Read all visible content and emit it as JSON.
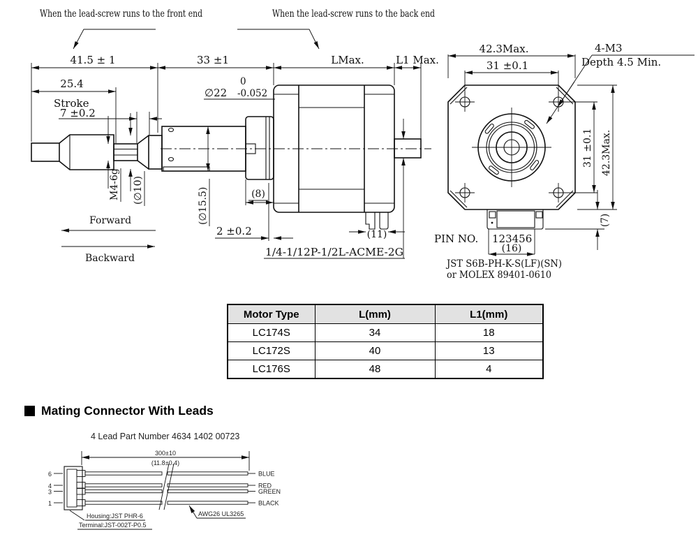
{
  "notes": {
    "front_end": "When the lead-screw runs to the front end",
    "back_end": "When the lead-screw runs to the back end"
  },
  "side": {
    "dim_total": "41.5 ± 1",
    "dim_33": "33 ±1",
    "dim_lmax": "LMax.",
    "dim_l1max": "L1 Max.",
    "dim_25_4": "25.4",
    "stroke_label": "Stroke",
    "dim_stroke": "7 ±0.2",
    "thread": "M4-6g",
    "dia10": "(∅10)",
    "dia22": "∅22",
    "dia22_upper": "0",
    "dia22_lower": "-0.052",
    "dia15_5": "(∅15.5)",
    "dim_8": "(8)",
    "dim_2": "2 ±0.2",
    "dim_11": "(11)",
    "acme": "1/4-1/12P-1/2L-ACME-2G",
    "forward": "Forward",
    "backward": "Backward"
  },
  "front": {
    "dim_42_top": "42.3Max.",
    "dim_31_top": "31 ±0.1",
    "m3_line1": "4-M3",
    "m3_line2": "Depth 4.5 Min.",
    "dim_31_right": "31 ±0.1",
    "dim_42_right": "42.3Max.",
    "dim_7": "(7)",
    "pin_no": "PIN NO.",
    "pin_digits": "123456",
    "dim_16": "(16)",
    "jst1": "JST S6B-PH-K-S(LF)(SN)",
    "jst2": "or MOLEX 89401-0610"
  },
  "table": {
    "headers": [
      "Motor Type",
      "L(mm)",
      "L1(mm)"
    ],
    "rows": [
      [
        "LC174S",
        "34",
        "18"
      ],
      [
        "LC172S",
        "40",
        "13"
      ],
      [
        "LC176S",
        "48",
        "4"
      ]
    ]
  },
  "mating": {
    "heading": "Mating Connector With Leads",
    "part_number": "4 Lead Part Number 4634 1402 00723",
    "dim_len": "300±10",
    "dim_len_inch": "(11.8±0.4)",
    "pins": [
      "6",
      "4",
      "3",
      "1"
    ],
    "wires": [
      "BLUE",
      "RED",
      "GREEN",
      "BLACK"
    ],
    "housing": "Housing:JST PHR-6",
    "terminal": "Terminal:JST-002T-P0.5",
    "wire_spec": "AWG26 UL3265"
  },
  "colors": {
    "line": "#111111",
    "table_header_bg": "#e2e2e2"
  }
}
